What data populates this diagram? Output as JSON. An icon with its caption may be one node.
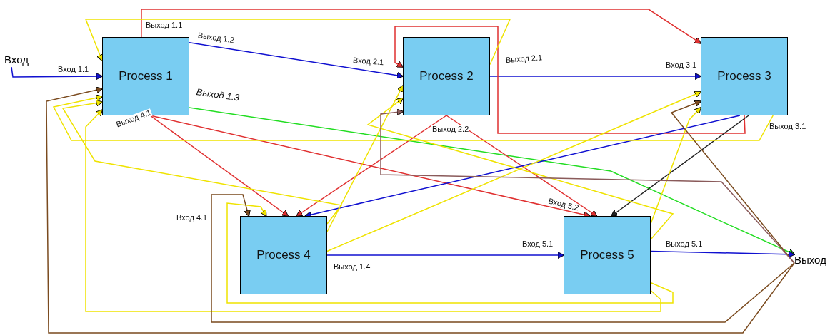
{
  "diagram": {
    "nodes": [
      {
        "text": [
          "Вход"
        ]
      },
      {
        "text": [
          "Process 1"
        ]
      },
      {
        "text": [
          "Process 2"
        ]
      },
      {
        "text": [
          "Process 3"
        ]
      },
      {
        "text": [
          "Process 4"
        ]
      },
      {
        "text": [
          "Process 5"
        ]
      },
      {
        "text": [
          "Выход"
        ]
      }
    ],
    "edges": [
      {
        "from": 0,
        "to": 1,
        "arrow": "to",
        "label": "Вход 1.1",
        "color": "#1010d0"
      },
      {
        "from": 1,
        "to": 2,
        "arrow": "to",
        "label": "Выход 1.2",
        "color": "#1010d0"
      },
      {
        "from": 1,
        "to": 3,
        "arrow": "to",
        "label": "Выход 1.1",
        "color": "#e03030"
      },
      {
        "from": 1,
        "to": 6,
        "arrow": "to",
        "label": "Выход 1.3",
        "color": "#22dd22"
      },
      {
        "from": 1,
        "to": 4,
        "arrow": "to",
        "label": "Выход 4.1",
        "color": "#e03030"
      },
      {
        "from": 1,
        "to": 5,
        "arrow": "to",
        "label": "Вход 5.2",
        "color": "#e03030"
      },
      {
        "from": 2,
        "to": 3,
        "arrow": "to",
        "label": "Выход 2.1",
        "color": "#1010d0"
      },
      {
        "from": 3,
        "to": 2,
        "arrow": "to",
        "color": "#e03030"
      },
      {
        "from": 2,
        "to": 4,
        "arrow": "to",
        "label": "Выход 2.2",
        "color": "#e03030"
      },
      {
        "from": 2,
        "to": 5,
        "arrow": "to",
        "color": "#e03030"
      },
      {
        "from": 3,
        "to": 4,
        "arrow": "to",
        "color": "#1010d0"
      },
      {
        "from": 3,
        "to": 5,
        "arrow": "to",
        "color": "#222222"
      },
      {
        "from": 4,
        "to": 5,
        "arrow": "to",
        "label": "Выход 1.4",
        "color": "#1010d0"
      },
      {
        "from": 5,
        "to": 6,
        "arrow": "to",
        "label": "Выход 5.1",
        "color": "#1010d0"
      },
      {
        "from": 2,
        "to": 1,
        "arrow": "to"
      },
      {
        "from": 3,
        "to": 1,
        "arrow": "to"
      },
      {
        "from": 4,
        "to": 1,
        "arrow": "to"
      },
      {
        "from": 5,
        "to": 1,
        "arrow": "to"
      },
      {
        "from": 4,
        "to": 2,
        "arrow": "to"
      },
      {
        "from": 5,
        "to": 2,
        "arrow": "to"
      },
      {
        "from": 4,
        "to": 3,
        "arrow": "to"
      },
      {
        "from": 5,
        "to": 3,
        "arrow": "to"
      },
      {
        "from": 5,
        "to": 4,
        "arrow": "to"
      },
      {
        "from": 6,
        "to": 1,
        "arrow": "to",
        "color": "#7a4a1e"
      },
      {
        "from": 6,
        "to": 4,
        "arrow": "to",
        "label": "Вход 4.1",
        "color": "#7a4a1e"
      },
      {
        "from": 6,
        "to": 3,
        "arrow": "to",
        "color": "#7a4a1e"
      },
      {
        "from": 6,
        "to": 2,
        "arrow": "to",
        "color": "#8a5a5a"
      }
    ],
    "labels": [
      "Вход 2.1",
      "Вход 3.1",
      "Выход 3.1",
      "Вход 5.1"
    ]
  }
}
